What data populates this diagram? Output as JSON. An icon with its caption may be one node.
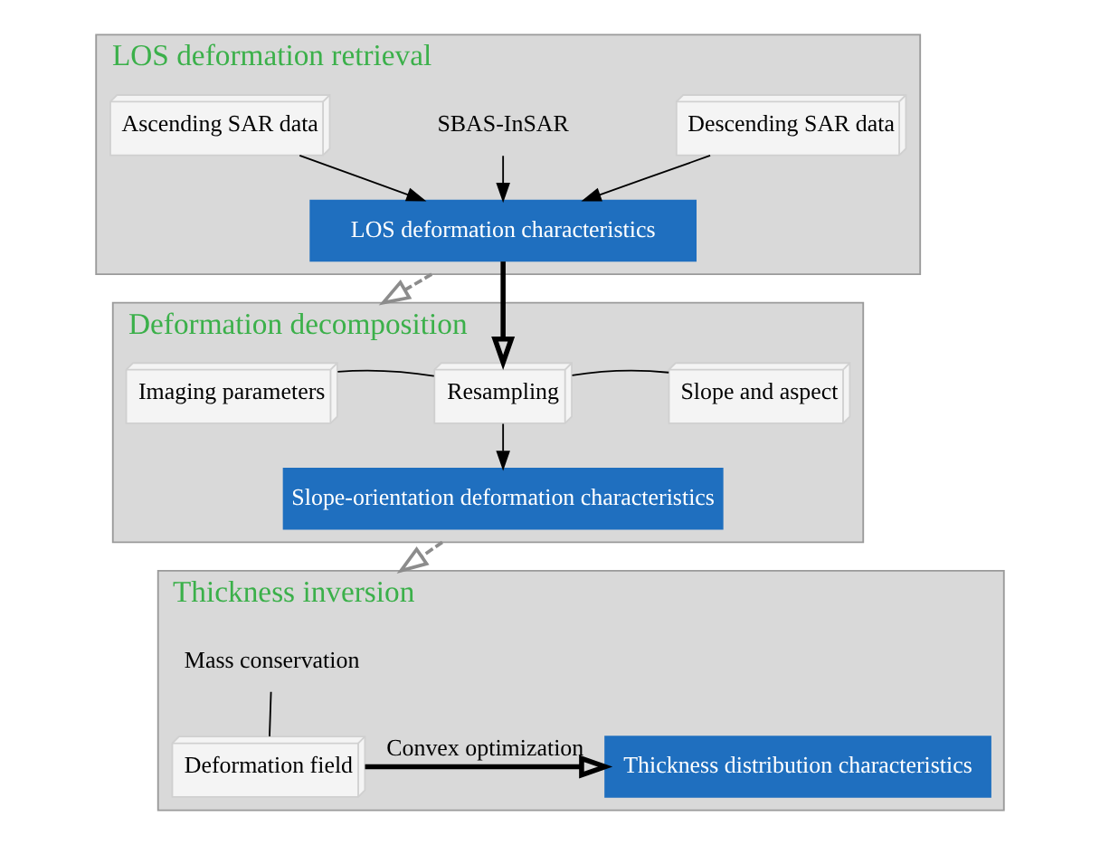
{
  "diagram": {
    "nodes": [
      {
        "text": [
          "LOS deformation retrieval"
        ]
      },
      {
        "text": [
          "SBAS-InSAR"
        ],
        "in": 0
      },
      {
        "text": [
          "Ascending SAR data"
        ],
        "in": 0
      },
      {
        "text": [
          "Descending SAR data"
        ],
        "in": 0
      },
      {
        "text": [
          "LOS deformation characteristics"
        ],
        "in": 0
      },
      {
        "text": [
          "Deformation decomposition"
        ]
      },
      {
        "text": [
          "Imaging parameters"
        ],
        "in": 5
      },
      {
        "text": [
          "Resampling"
        ],
        "in": 5
      },
      {
        "text": [
          "Slope and aspect"
        ],
        "in": 5
      },
      {
        "text": [
          "Slope-orientation deformation characteristics"
        ],
        "in": 5
      },
      {
        "text": [
          "Thickness inversion"
        ]
      },
      {
        "text": [
          "Mass conservation"
        ],
        "in": 10
      },
      {
        "text": [
          "Deformation field"
        ],
        "in": 10
      },
      {
        "text": [
          "Thickness distribution characteristics"
        ],
        "in": 10
      }
    ],
    "edges": [
      {
        "from": 1,
        "to": 4,
        "arrow": "to"
      },
      {
        "from": 2,
        "to": 4,
        "arrow": "to"
      },
      {
        "from": 3,
        "to": 4,
        "arrow": "to"
      },
      {
        "from": 0,
        "to": 5,
        "arrow": "to",
        "style": "dashed",
        "color": "#8c8c8c"
      },
      {
        "from": 4,
        "to": 7,
        "arrow": "to",
        "style": "thick"
      },
      {
        "from": 6,
        "to": 7,
        "arrow": "none"
      },
      {
        "from": 7,
        "to": 8,
        "arrow": "none"
      },
      {
        "from": 7,
        "to": 9,
        "arrow": "to"
      },
      {
        "from": 5,
        "to": 10,
        "arrow": "to",
        "style": "dashed",
        "color": "#8c8c8c"
      },
      {
        "from": 11,
        "to": 12,
        "arrow": "none"
      },
      {
        "from": 12,
        "to": 13,
        "arrow": "to",
        "style": "thick",
        "label": "Convex optimization"
      }
    ]
  }
}
